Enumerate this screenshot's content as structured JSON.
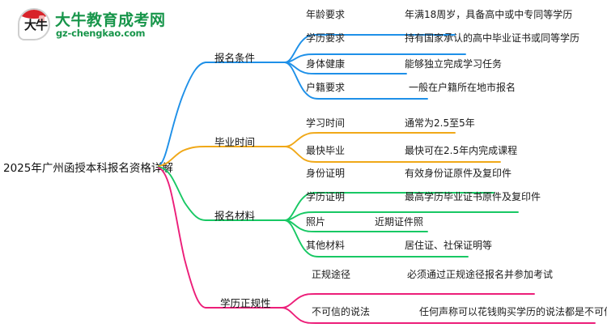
{
  "logo": {
    "mark_text": "大牛",
    "brand": "大牛教育成考网",
    "url": "gz-chengkao.com",
    "brand_color": "#17954a",
    "mark_color": "#d8232a"
  },
  "mindmap": {
    "root": "2025年广州函授本科报名资格详解",
    "branches": [
      {
        "label": "报名条件",
        "color": "#1e90e8",
        "children": [
          {
            "label": "年龄要求",
            "detail": "年满18周岁，具备高中或中专同等学历"
          },
          {
            "label": "学历要求",
            "detail": "持有国家承认的高中毕业证书或同等学历"
          },
          {
            "label": "身体健康",
            "detail": "能够独立完成学习任务"
          },
          {
            "label": "户籍要求",
            "detail": "一般在户籍所在地市报名"
          }
        ]
      },
      {
        "label": "毕业时间",
        "color": "#f0a818",
        "children": [
          {
            "label": "学习时间",
            "detail": "通常为2.5至5年"
          },
          {
            "label": "最快毕业",
            "detail": "最快可在2.5年内完成课程"
          }
        ]
      },
      {
        "label": "报名材料",
        "color": "#18c864",
        "children": [
          {
            "label": "身份证明",
            "detail": "有效身份证原件及复印件"
          },
          {
            "label": "学历证明",
            "detail": "最高学历毕业证书原件及复印件"
          },
          {
            "label": "照片",
            "detail": "近期证件照"
          },
          {
            "label": "其他材料",
            "detail": "居住证、社保证明等"
          }
        ]
      },
      {
        "label": "学历正规性",
        "color": "#ec1e79",
        "children": [
          {
            "label": "正规途径",
            "detail": "必须通过正规途径报名并参加考试"
          },
          {
            "label": "不可信的说法",
            "detail": "任何声称可以花钱购买学历的说法都是不可信的"
          }
        ]
      }
    ]
  }
}
